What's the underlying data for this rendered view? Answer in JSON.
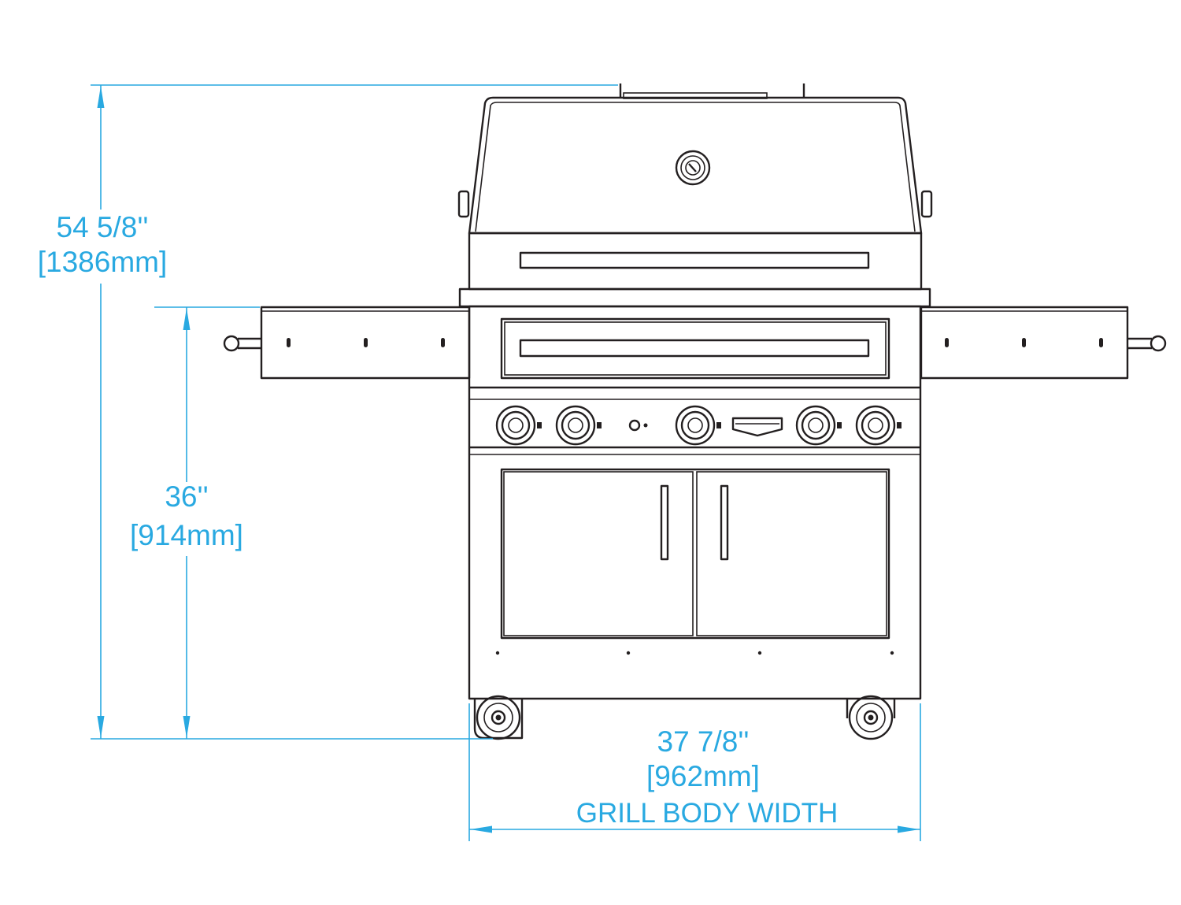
{
  "dimensions": {
    "total_height": {
      "imperial": "54 5/8''",
      "metric": "[1386mm]"
    },
    "counter_height": {
      "imperial": "36''",
      "metric": "[914mm]"
    },
    "body_width": {
      "imperial": "37 7/8''",
      "metric": "[962mm]",
      "label": "GRILL BODY WIDTH"
    }
  },
  "colors": {
    "dimension": "#29a9e1",
    "outline": "#231f20",
    "background": "#ffffff"
  }
}
